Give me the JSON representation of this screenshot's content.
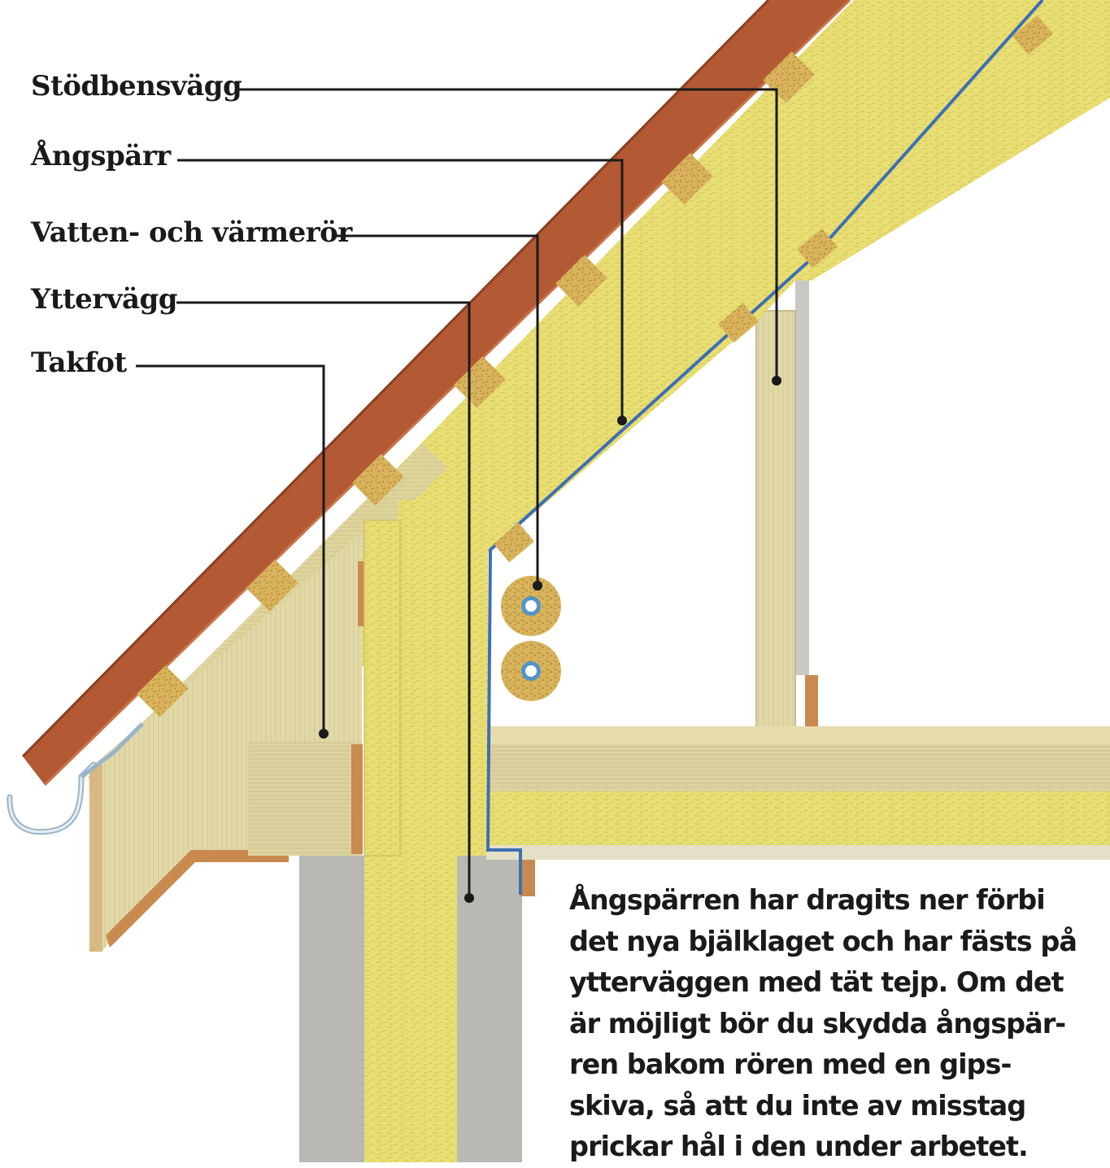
{
  "labels": {
    "stodbensvagg": "Stödbensvägg",
    "angsparr": "Ångspärr",
    "vatten": "Vatten- och värmerör",
    "yttervagg": "Yttervägg",
    "takfot": "Takfot"
  },
  "caption": [
    "Ångspärren har dragits ner förbi",
    "det nya bjälklaget och har fästs på",
    "ytterväggen med tät tejp. Om det",
    "är möjligt bör du skydda ångspär-",
    "ren bakom rören med en gips-",
    "skiva, så att du inte av misstag",
    "prickar hål i den under arbetet."
  ],
  "colors": {
    "insulation": "#e8de73",
    "wood": "#e0d6a4",
    "tile": "#b35a35",
    "vapor_barrier": "#3d6fb5",
    "concrete": "#b8b9b2"
  },
  "icons": [
    "gutter-icon",
    "pipe-icon"
  ]
}
